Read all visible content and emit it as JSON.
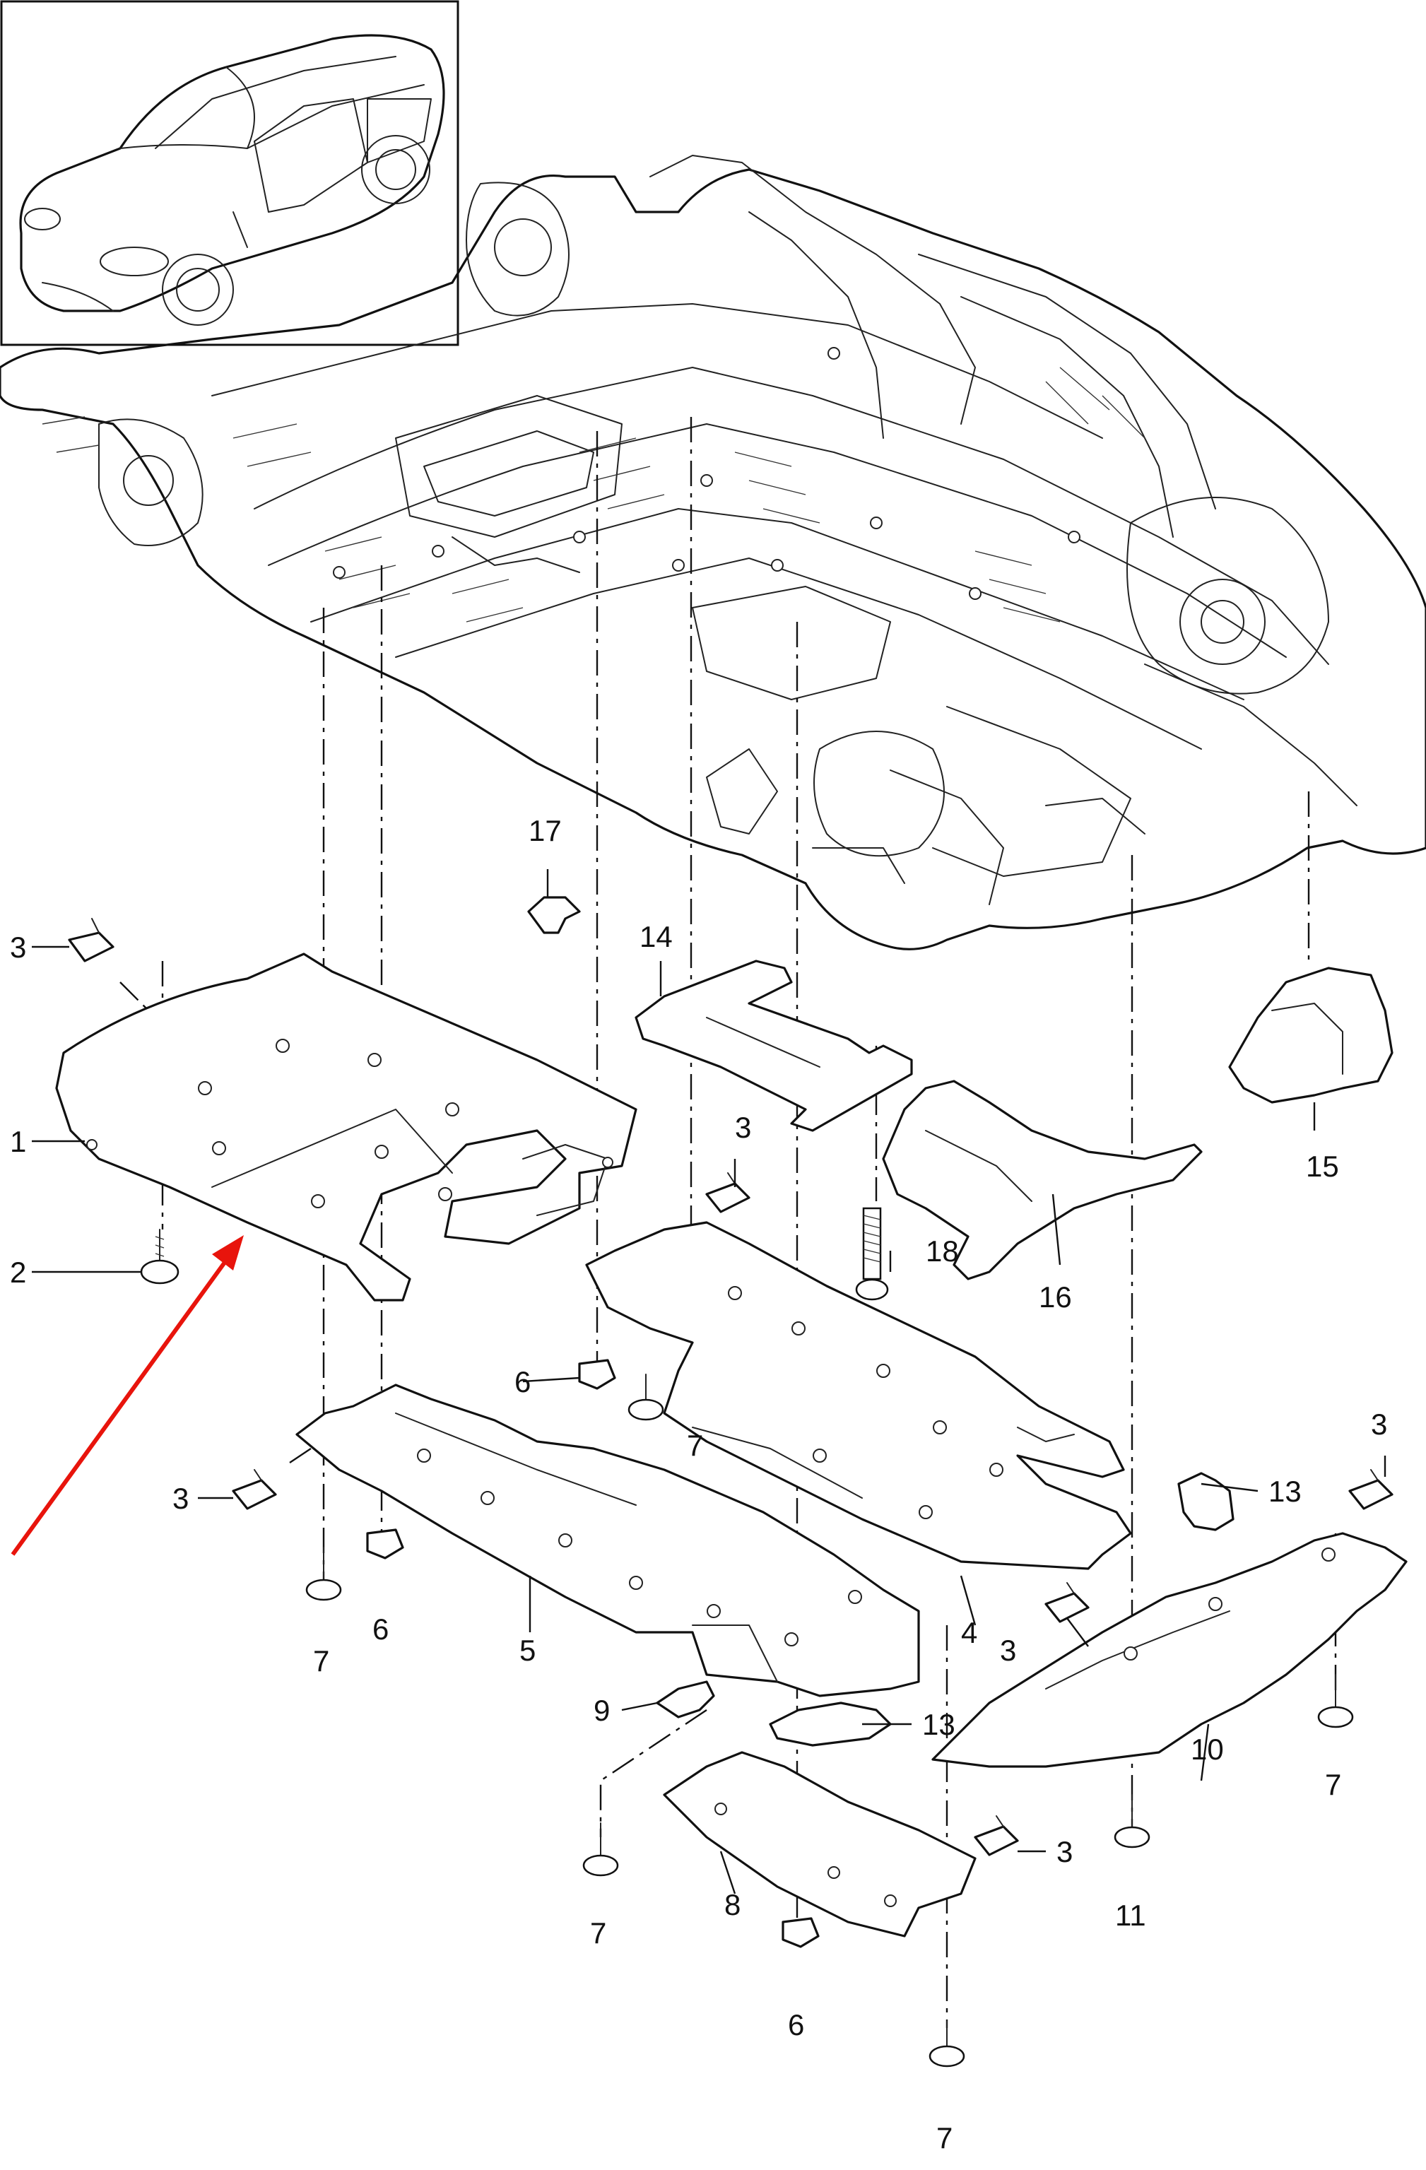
{
  "callouts": {
    "c1": "1",
    "c2": "2",
    "c3a": "3",
    "c3b": "3",
    "c3c": "3",
    "c3d": "3",
    "c3e": "3",
    "c3f": "3",
    "c4": "4",
    "c5": "5",
    "c6a": "6",
    "c6b": "6",
    "c6c": "6",
    "c7a": "7",
    "c7b": "7",
    "c7c": "7",
    "c7d": "7",
    "c7e": "7",
    "c8": "8",
    "c9": "9",
    "c10": "10",
    "c11": "11",
    "c13a": "13",
    "c13b": "13",
    "c14": "14",
    "c15": "15",
    "c16": "16",
    "c17": "17",
    "c18": "18"
  },
  "colors": {
    "line": "#111111",
    "arrow": "#e8140c",
    "background": "#ffffff"
  }
}
